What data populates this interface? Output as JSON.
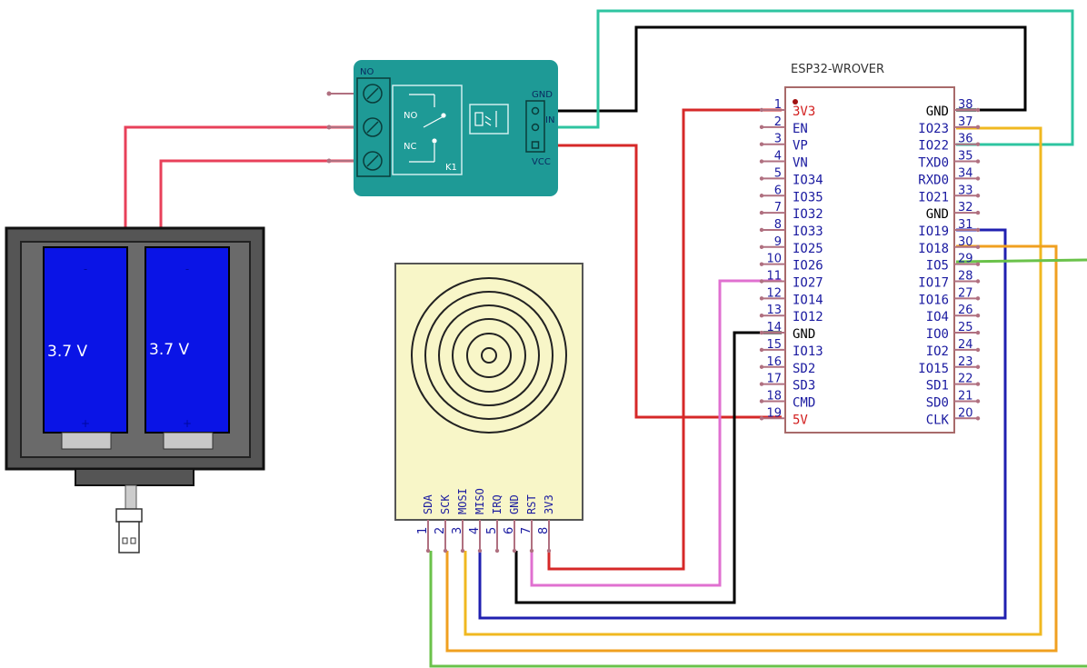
{
  "esp32": {
    "title": "ESP32-WROVER",
    "left_pins": [
      {
        "num": "1",
        "label": "3V3",
        "color": "#d21e1e"
      },
      {
        "num": "2",
        "label": "EN",
        "color": "#1a1aa0"
      },
      {
        "num": "3",
        "label": "VP",
        "color": "#1a1aa0"
      },
      {
        "num": "4",
        "label": "VN",
        "color": "#1a1aa0"
      },
      {
        "num": "5",
        "label": "IO34",
        "color": "#1a1aa0"
      },
      {
        "num": "6",
        "label": "IO35",
        "color": "#1a1aa0"
      },
      {
        "num": "7",
        "label": "IO32",
        "color": "#1a1aa0"
      },
      {
        "num": "8",
        "label": "IO33",
        "color": "#1a1aa0"
      },
      {
        "num": "9",
        "label": "IO25",
        "color": "#1a1aa0"
      },
      {
        "num": "10",
        "label": "IO26",
        "color": "#1a1aa0"
      },
      {
        "num": "11",
        "label": "IO27",
        "color": "#1a1aa0"
      },
      {
        "num": "12",
        "label": "IO14",
        "color": "#1a1aa0"
      },
      {
        "num": "13",
        "label": "IO12",
        "color": "#1a1aa0"
      },
      {
        "num": "14",
        "label": "GND",
        "color": "#000000"
      },
      {
        "num": "15",
        "label": "IO13",
        "color": "#1a1aa0"
      },
      {
        "num": "16",
        "label": "SD2",
        "color": "#1a1aa0"
      },
      {
        "num": "17",
        "label": "SD3",
        "color": "#1a1aa0"
      },
      {
        "num": "18",
        "label": "CMD",
        "color": "#1a1aa0"
      },
      {
        "num": "19",
        "label": "5V",
        "color": "#d21e1e"
      }
    ],
    "right_pins": [
      {
        "num": "38",
        "label": "GND",
        "color": "#000000"
      },
      {
        "num": "37",
        "label": "IO23",
        "color": "#1a1aa0"
      },
      {
        "num": "36",
        "label": "IO22",
        "color": "#1a1aa0"
      },
      {
        "num": "35",
        "label": "TXD0",
        "color": "#1a1aa0"
      },
      {
        "num": "34",
        "label": "RXD0",
        "color": "#1a1aa0"
      },
      {
        "num": "33",
        "label": "IO21",
        "color": "#1a1aa0"
      },
      {
        "num": "32",
        "label": "GND",
        "color": "#000000"
      },
      {
        "num": "31",
        "label": "IO19",
        "color": "#1a1aa0"
      },
      {
        "num": "30",
        "label": "IO18",
        "color": "#1a1aa0"
      },
      {
        "num": "29",
        "label": "IO5",
        "color": "#1a1aa0"
      },
      {
        "num": "28",
        "label": "IO17",
        "color": "#1a1aa0"
      },
      {
        "num": "27",
        "label": "IO16",
        "color": "#1a1aa0"
      },
      {
        "num": "26",
        "label": "IO4",
        "color": "#1a1aa0"
      },
      {
        "num": "25",
        "label": "IO0",
        "color": "#1a1aa0"
      },
      {
        "num": "24",
        "label": "IO2",
        "color": "#1a1aa0"
      },
      {
        "num": "23",
        "label": "IO15",
        "color": "#1a1aa0"
      },
      {
        "num": "22",
        "label": "SD1",
        "color": "#1a1aa0"
      },
      {
        "num": "21",
        "label": "SD0",
        "color": "#1a1aa0"
      },
      {
        "num": "20",
        "label": "CLK",
        "color": "#1a1aa0"
      }
    ]
  },
  "relay": {
    "label_no_terminal": "NO",
    "label_no": "NO",
    "label_nc": "NC",
    "label_gnd": "GND",
    "label_in": "IN",
    "label_vcc": "VCC",
    "label_k1": "K1"
  },
  "battery": {
    "cell1": "3.7 V",
    "cell2": "3.7 V",
    "plus": "+",
    "minus": "-"
  },
  "rfid": {
    "pins": [
      {
        "num": "1",
        "label": "SDA"
      },
      {
        "num": "2",
        "label": "SCK"
      },
      {
        "num": "3",
        "label": "MOSI"
      },
      {
        "num": "4",
        "label": "MISO"
      },
      {
        "num": "5",
        "label": "IRQ"
      },
      {
        "num": "6",
        "label": "GND"
      },
      {
        "num": "7",
        "label": "RST"
      },
      {
        "num": "8",
        "label": "3V3"
      }
    ]
  },
  "colors": {
    "relay_board": "#1e9a96",
    "battery_cell": "#0a14e6",
    "rfid_board": "#f8f6c8",
    "wire_red": "#d62828",
    "wire_black": "#000000",
    "wire_teal": "#2ec4a0",
    "wire_orange": "#f0a020",
    "wire_gold": "#f0b820",
    "wire_blue": "#2020b0",
    "wire_pink": "#e070d0",
    "wire_green": "#6ac24a",
    "wire_pinkred": "#e8405a"
  }
}
